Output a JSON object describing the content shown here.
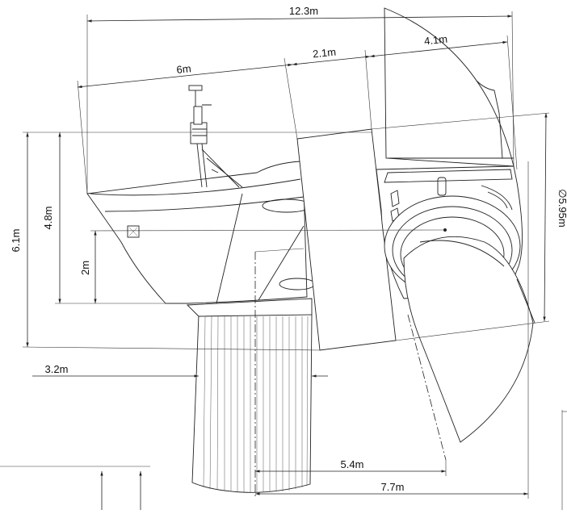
{
  "diagram": {
    "labels": {
      "overall_length": "12.3m",
      "nacelle_length": "6m",
      "hub_length": "2.1m",
      "blade_root_length": "4.1m",
      "total_height": "6.1m",
      "nacelle_height": "4.8m",
      "lower_height": "2m",
      "tower_diameter": "3.2m",
      "rotor_diameter": "∅5.95m",
      "overhang_inner": "5.4m",
      "overhang_outer": "7.7m"
    }
  }
}
